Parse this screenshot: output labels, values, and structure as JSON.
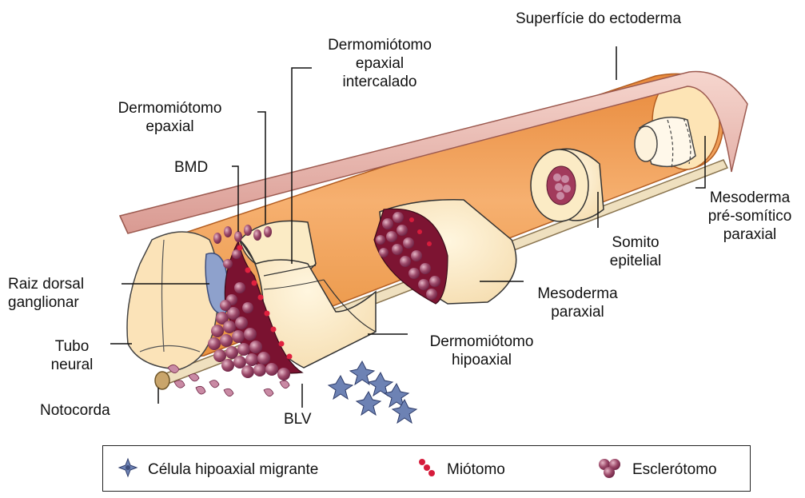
{
  "labels": {
    "superficie_ectoderma": "Superfície do ectoderma",
    "dermo_epaxial_intercalado_1": "Dermomiótomo",
    "dermo_epaxial_intercalado_2": "epaxial",
    "dermo_epaxial_intercalado_3": "intercalado",
    "dermo_epaxial_1": "Dermomiótomo",
    "dermo_epaxial_2": "epaxial",
    "bmd": "BMD",
    "mesoderma_presomitico_1": "Mesoderma",
    "mesoderma_presomitico_2": "pré-somítico",
    "mesoderma_presomitico_3": "paraxial",
    "somito_epitelial_1": "Somito",
    "somito_epitelial_2": "epitelial",
    "raiz_dorsal_1": "Raiz dorsal",
    "raiz_dorsal_2": "ganglionar",
    "mesoderma_paraxial_1": "Mesoderma",
    "mesoderma_paraxial_2": "paraxial",
    "tubo_neural_1": "Tubo",
    "tubo_neural_2": "neural",
    "dermo_hipoaxial_1": "Dermomiótomo",
    "dermo_hipoaxial_2": "hipoaxial",
    "notocorda": "Notocorda",
    "blv": "BLV"
  },
  "legend": {
    "celula_label": "Célula hipoaxial migrante",
    "miotomo_label": "Miótomo",
    "esclerotomo_label": "Esclerótomo",
    "celula_icon": "star-cell-icon",
    "miotomo_icon": "red-dots-icon",
    "esclerotomo_icon": "pink-cluster-icon"
  },
  "colors": {
    "ectoderm": "#f2c9c0",
    "mesoderm_orange": "#f0a25a",
    "dermomyotome_cream": "#fbebc5",
    "myotome_red": "#c2183a",
    "sclerotome_pink": "#b56c86",
    "neural_tube": "#fbe6c0",
    "migrating_cell": "#5a6f9e"
  }
}
